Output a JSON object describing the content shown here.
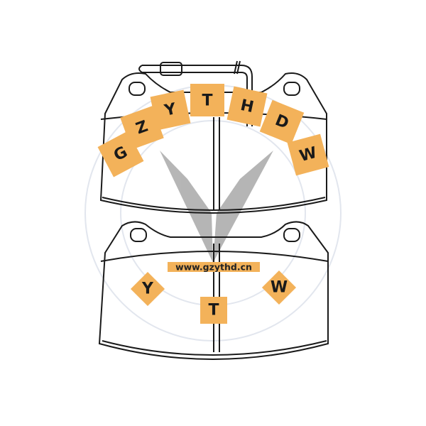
{
  "image": {
    "subject": "brake pad pair technical drawing",
    "background": "#ffffff"
  },
  "colors": {
    "tile_orange": "#f3b25a",
    "outline": "#1a1a1a",
    "watermark_gray": "#a9a9a9",
    "watermark_circle": "#e2e6ee"
  },
  "watermark": {
    "arc_letters": [
      "G",
      "Z",
      "Y",
      "T",
      "H",
      "D",
      "W"
    ],
    "lower_letters": {
      "left": "Y",
      "center": "T",
      "right": "W"
    },
    "url": "www.gzythd.cn",
    "logo_shape": "V-chevron"
  },
  "parts": [
    {
      "name": "upper-brake-pad",
      "has_wear_sensor": true
    },
    {
      "name": "lower-brake-pad",
      "has_wear_sensor": false
    }
  ]
}
